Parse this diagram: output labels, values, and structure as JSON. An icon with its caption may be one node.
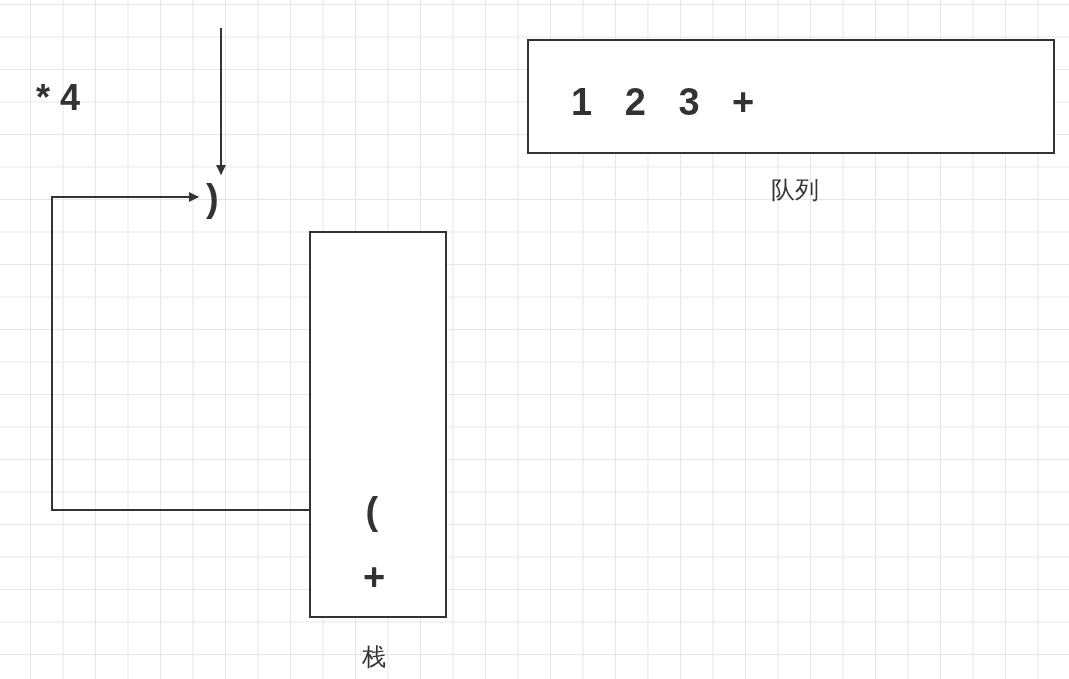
{
  "diagram": {
    "nodes": [
      {
        "text": [
          "1 2 3 +"
        ],
        "beside": [
          "队列"
        ]
      },
      {
        "text": [
          ")"
        ]
      },
      {
        "text": [
          "+"
        ],
        "beside": [
          "栈"
        ]
      },
      {
        "text": [
          "("
        ],
        "in": 2
      }
    ],
    "edges": [
      {
        "from": null,
        "to": 1,
        "arrow": "to"
      },
      {
        "from": 3,
        "to": 1,
        "arrow": "to"
      }
    ],
    "labels": [
      "* 4"
    ]
  }
}
